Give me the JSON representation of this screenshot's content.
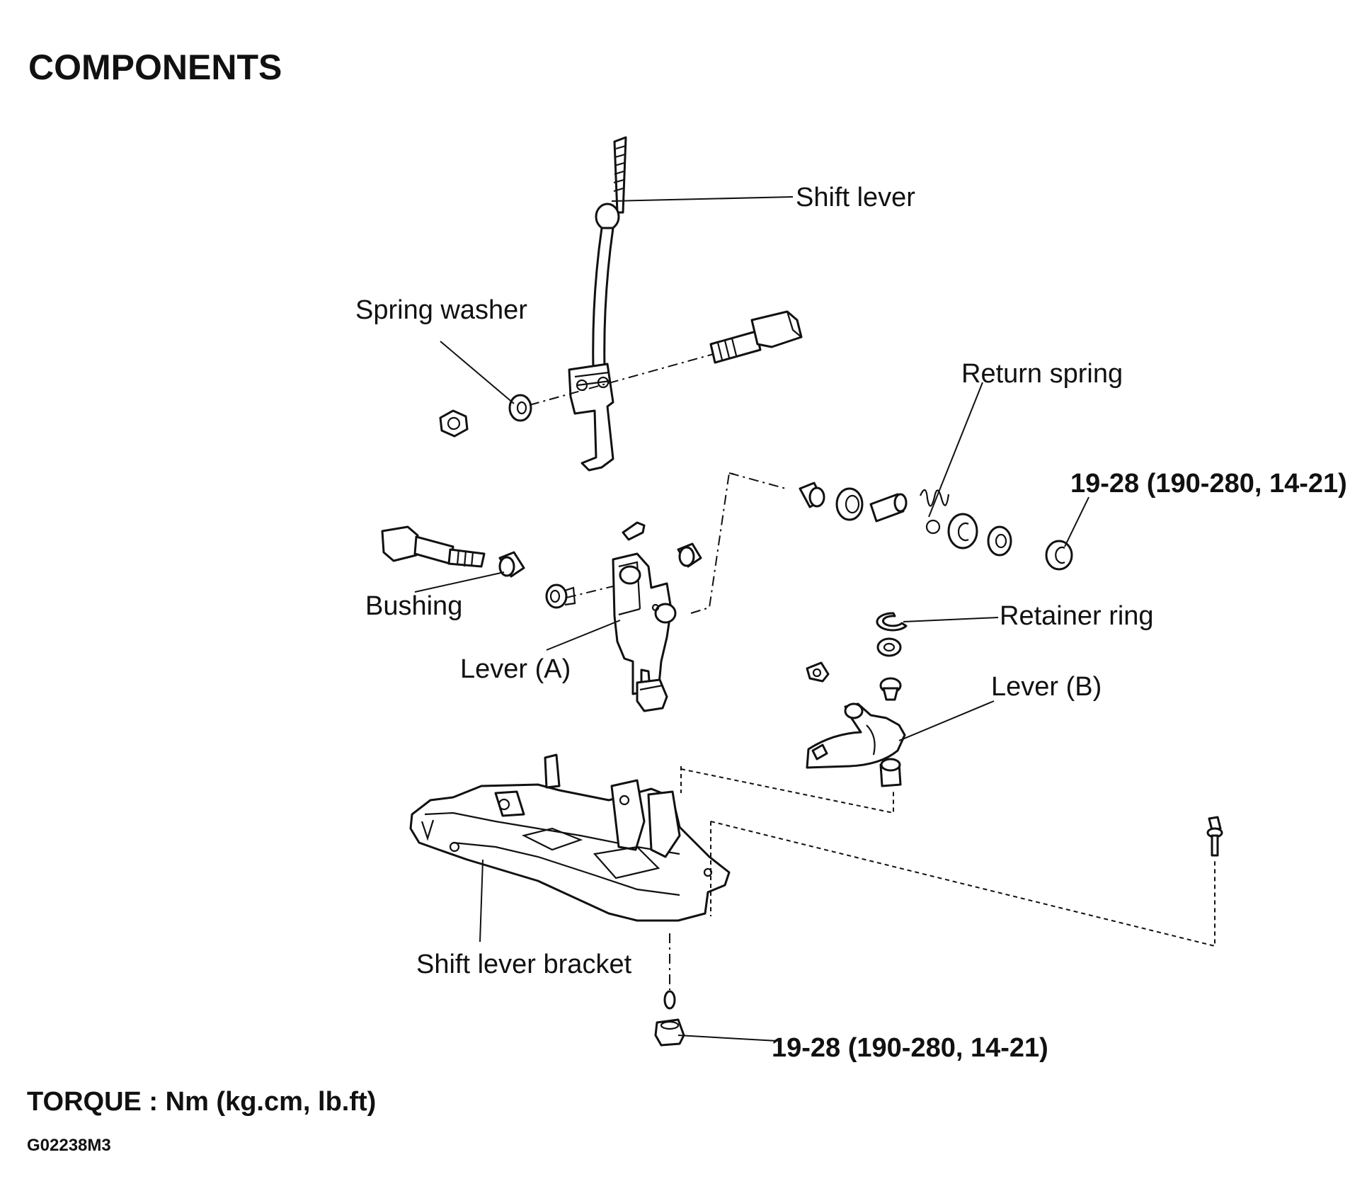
{
  "title": "COMPONENTS",
  "labels": {
    "shift_lever": "Shift lever",
    "spring_washer": "Spring washer",
    "return_spring": "Return spring",
    "torque_upper": "19-28 (190-280, 14-21)",
    "bushing": "Bushing",
    "retainer_ring": "Retainer ring",
    "lever_a": "Lever (A)",
    "lever_b": "Lever (B)",
    "shift_lever_bracket": "Shift lever bracket",
    "torque_lower": "19-28 (190-280, 14-21)"
  },
  "footer": {
    "torque_units": "TORQUE : Nm (kg.cm, lb.ft)",
    "figure_code": "G02238M3"
  }
}
